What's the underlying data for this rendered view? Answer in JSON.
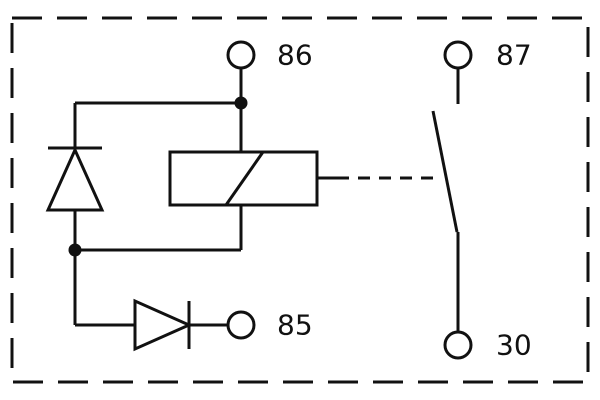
{
  "diagram": {
    "type": "relay-schematic",
    "terminals": {
      "t86": {
        "label": "86",
        "position": "top-left"
      },
      "t87": {
        "label": "87",
        "position": "top-right"
      },
      "t85": {
        "label": "85",
        "position": "bottom-left"
      },
      "t30": {
        "label": "30",
        "position": "bottom-right"
      }
    },
    "components": {
      "coil": "relay-coil",
      "flyback_diode": "diode-parallel-to-coil",
      "series_diode": "diode-in-series-with-85",
      "switch": "normally-open-contact-between-87-and-30",
      "mechanical_link": "dashed-line-coil-to-contact"
    },
    "colors": {
      "line": "#111111",
      "background": "#ffffff"
    }
  }
}
